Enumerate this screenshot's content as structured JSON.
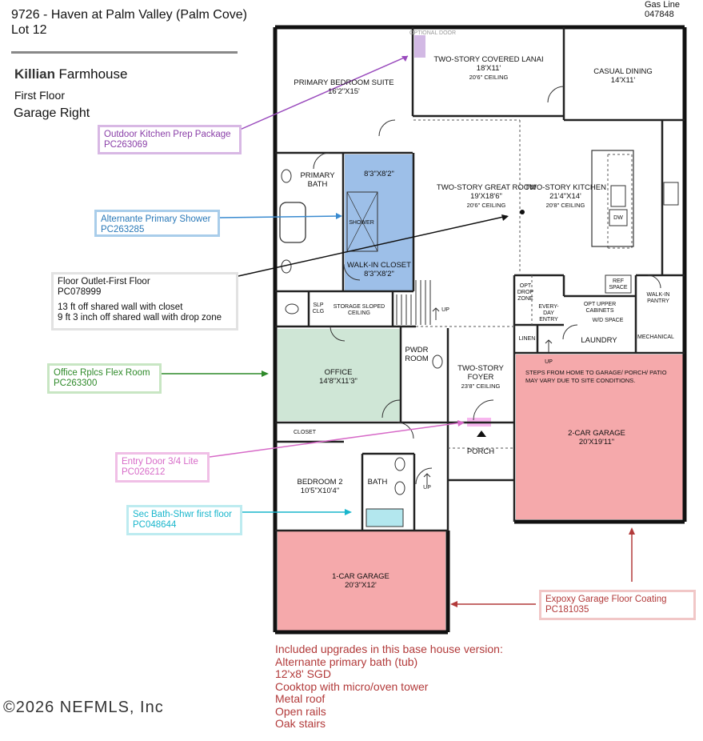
{
  "header": {
    "title_line1": "9726 - Haven at Palm Valley (Palm Cove)",
    "title_line2": "Lot 12",
    "model_name": "Killian",
    "model_style": "Farmhouse",
    "floor": "First Floor",
    "garage": "Garage Right",
    "gas_line_label": "Gas Line",
    "gas_line_code": "047848"
  },
  "callouts": [
    {
      "id": "outdoor-kitchen",
      "title": "Outdoor Kitchen Prep Package",
      "code": "PC263069",
      "color": "#8a3fa8"
    },
    {
      "id": "primary-shower",
      "title": "Alternante Primary Shower",
      "code": "PC263285",
      "color": "#2a79b8"
    },
    {
      "id": "floor-outlet",
      "title": "Floor Outlet-First Floor",
      "code": "PC078999",
      "note1": "13 ft off shared wall with closet",
      "note2": "9 ft 3 inch off shared wall with drop zone"
    },
    {
      "id": "office-flex",
      "title": "Office Rplcs Flex Room",
      "code": "PC263300",
      "color": "#2f8a2a"
    },
    {
      "id": "entry-door",
      "title": "Entry Door 3/4 Lite",
      "code": "PC026212",
      "color": "#d76bc8"
    },
    {
      "id": "sec-bath",
      "title": "Sec Bath-Shwr first floor",
      "code": "PC048644",
      "color": "#19b6cc"
    },
    {
      "id": "epoxy-garage",
      "title": "Expoxy Garage Floor Coating",
      "code": "PC181035",
      "color": "#b23a3a"
    }
  ],
  "rooms": {
    "primary_bedroom": {
      "name": "Primary Bedroom Suite",
      "dims": "16'2\"X15'"
    },
    "lanai": {
      "name": "Two-Story Covered Lanai",
      "dims": "18'X11'",
      "ceiling": "20'6\" CEILING"
    },
    "optional_door": "OPTIONAL DOOR",
    "casual_dining": {
      "name": "Casual Dining",
      "dims": "14'X11'"
    },
    "primary_bath": "PRIMARY BATH",
    "shower_room": {
      "dims": "8'3\"X8'2\"",
      "label": "SHOWER"
    },
    "walkin_closet": {
      "name": "Walk-In Closet",
      "dims": "8'3\"X8'2\""
    },
    "great_room": {
      "name": "Two-Story Great Room",
      "dims": "19'X18'6\"",
      "ceiling": "20'6\" CEILING"
    },
    "kitchen": {
      "name": "Two-Story Kitchen",
      "dims": "21'4\"X14'",
      "ceiling": "20'8\" CEILING"
    },
    "dw": "DW",
    "ref_space": "REF SPACE",
    "walkin_pantry": "WALK-IN PANTRY",
    "opt_drop_zone": "OPT DROP ZONE",
    "everyday_entry": "EVERY-DAY ENTRY",
    "opt_upper_cabinets": "OPT UPPER CABINETS",
    "wd_space": "W/D SPACE",
    "laundry": "LAUNDRY",
    "linen": "LINEN",
    "mechanical": "MECHANICAL",
    "slp_clg": "SLP CLG",
    "storage": "STORAGE SLOPED CEILING",
    "up1": "UP",
    "up2": "UP",
    "up3": "UP",
    "office": {
      "name": "Office",
      "dims": "14'8\"X11'3\""
    },
    "pwdr_room": "PWDR ROOM",
    "foyer": {
      "name": "Two-Story Foyer",
      "ceiling": "23'8\" CEILING"
    },
    "garage_note": "STEPS FROM HOME TO GARAGE/ PORCH/ PATIO MAY VARY DUE TO SITE CONDITIONS.",
    "garage2": {
      "name": "2-Car Garage",
      "dims": "20'X19'11\""
    },
    "closet": "CLOSET",
    "porch": "PORCH",
    "bedroom2": {
      "name": "Bedroom 2",
      "dims": "10'5\"X10'4\""
    },
    "bath": "BATH",
    "garage1": {
      "name": "1-Car Garage",
      "dims": "20'3\"X12'"
    }
  },
  "upgrades": {
    "heading": "Included upgrades in this base house version:",
    "items": [
      "Alternante primary bath (tub)",
      "12'x8' SGD",
      "Cooktop with micro/oven tower",
      "Metal roof",
      "Open rails",
      "Oak stairs"
    ]
  },
  "copyright": "©2026 NEFMLS, Inc",
  "colors": {
    "shower_fill": "#9dbfe8",
    "office_fill": "#cfe6d6",
    "garage_fill": "#f5a9ab",
    "entry_door_fill": "#f7b6ee",
    "tub_fill": "#b3e7ee",
    "wall": "#111111"
  }
}
